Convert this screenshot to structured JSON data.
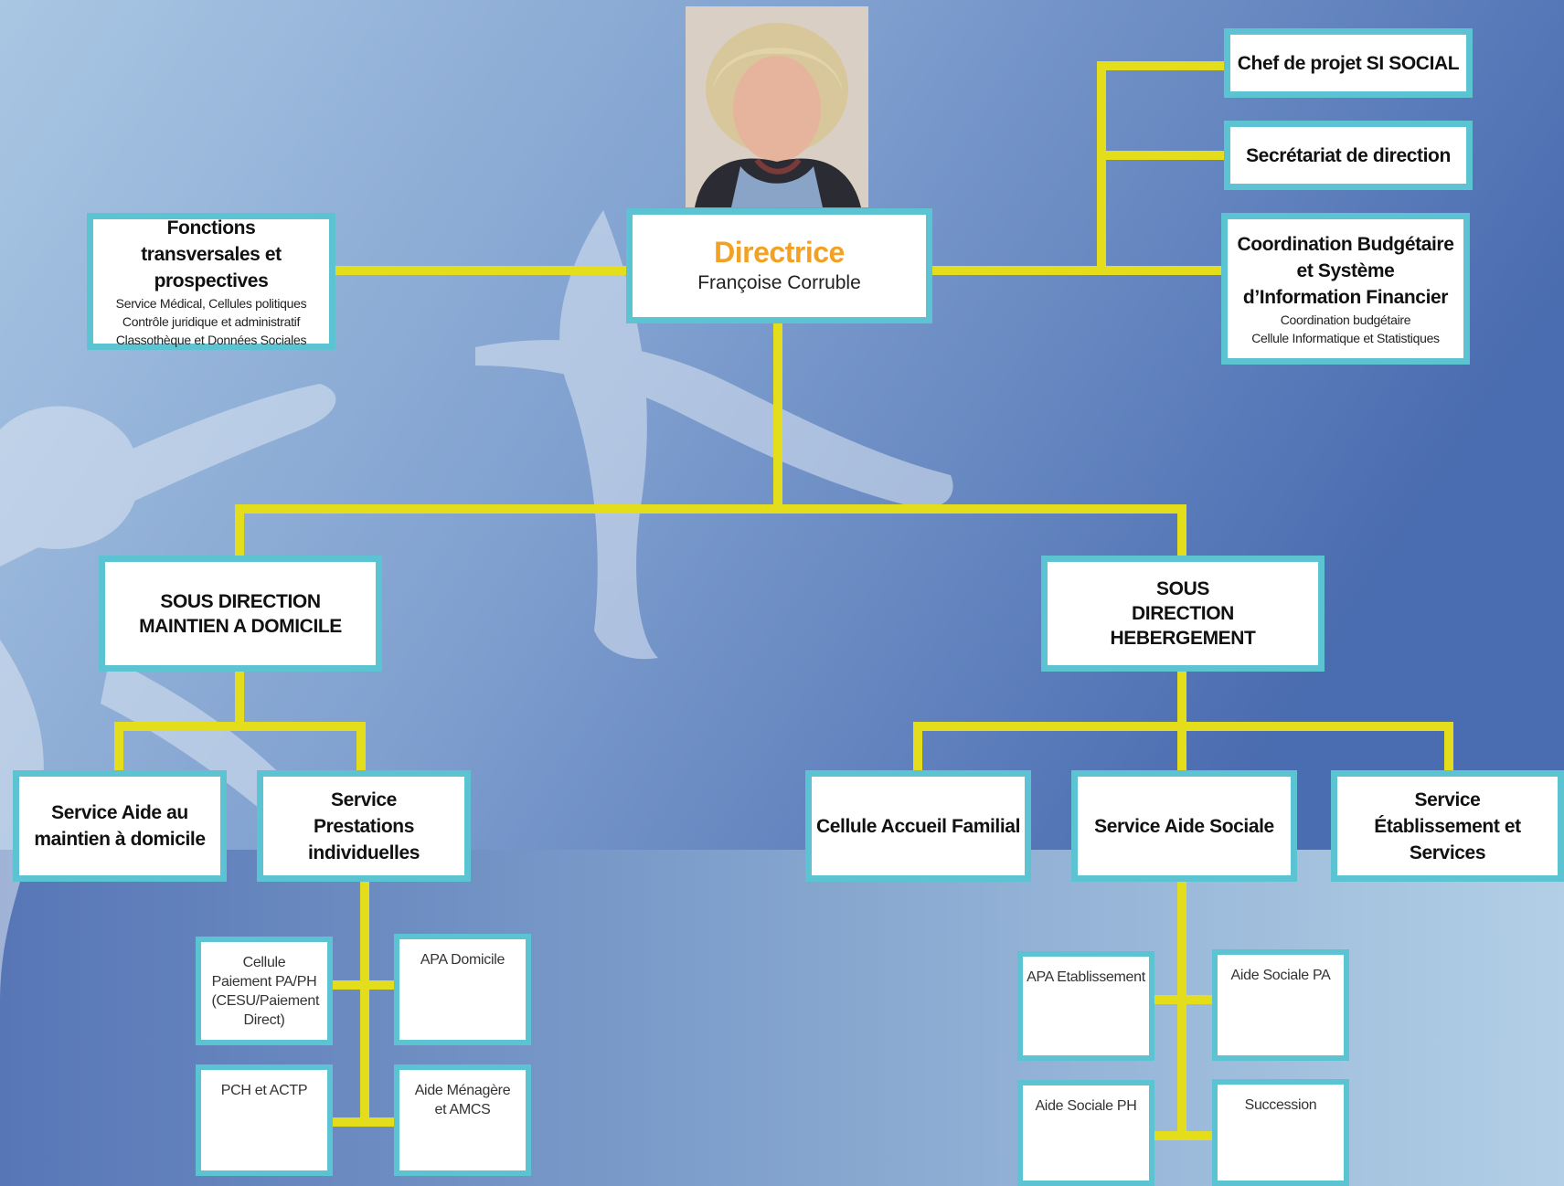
{
  "colors": {
    "connector": "#e3dd1c",
    "box_border": "#5cc3d3",
    "title_accent": "#f2a124",
    "background_top": "#a8c6e2",
    "background_bottom": "#4f72b2"
  },
  "director": {
    "title": "Directrice",
    "name": "Françoise Corruble",
    "photo": "portrait-photo"
  },
  "transversal": {
    "title": "Fonctions transversales et prospectives",
    "lines": [
      "Service Médical, Cellules politiques",
      "Contrôle juridique et administratif",
      "Classothèque et Données Sociales"
    ]
  },
  "right_staff": {
    "chef": "Chef de projet SI SOCIAL",
    "secretariat": "Secrétariat de direction",
    "coordination": {
      "title": "Coordination Budgétaire et Système d’Information Financier",
      "lines": [
        "Coordination budgétaire",
        "Cellule Informatique et Statistiques"
      ]
    }
  },
  "sous_direction_domicile": {
    "title": "SOUS DIRECTION MAINTIEN A DOMICILE",
    "services": {
      "aide_maintien": "Service Aide au maintien à domicile",
      "prestations": "Service Prestations individuelles"
    },
    "units": {
      "cellule_paiement": "Cellule Paiement PA/PH (CESU/Paiement Direct)",
      "apa_domicile": "APA Domicile",
      "pch_actp": "PCH et ACTP",
      "aide_menagere": "Aide Ménagère et AMCS"
    }
  },
  "sous_direction_hebergement": {
    "title": "SOUS DIRECTION HEBERGEMENT",
    "services": {
      "accueil_familial": "Cellule Accueil Familial",
      "aide_sociale": "Service Aide Sociale",
      "etablissement": "Service Établissement et Services"
    },
    "units": {
      "apa_etablissement": "APA Etablissement",
      "aide_sociale_pa": "Aide Sociale PA",
      "aide_sociale_ph": "Aide Sociale PH",
      "succession": "Succession"
    }
  }
}
